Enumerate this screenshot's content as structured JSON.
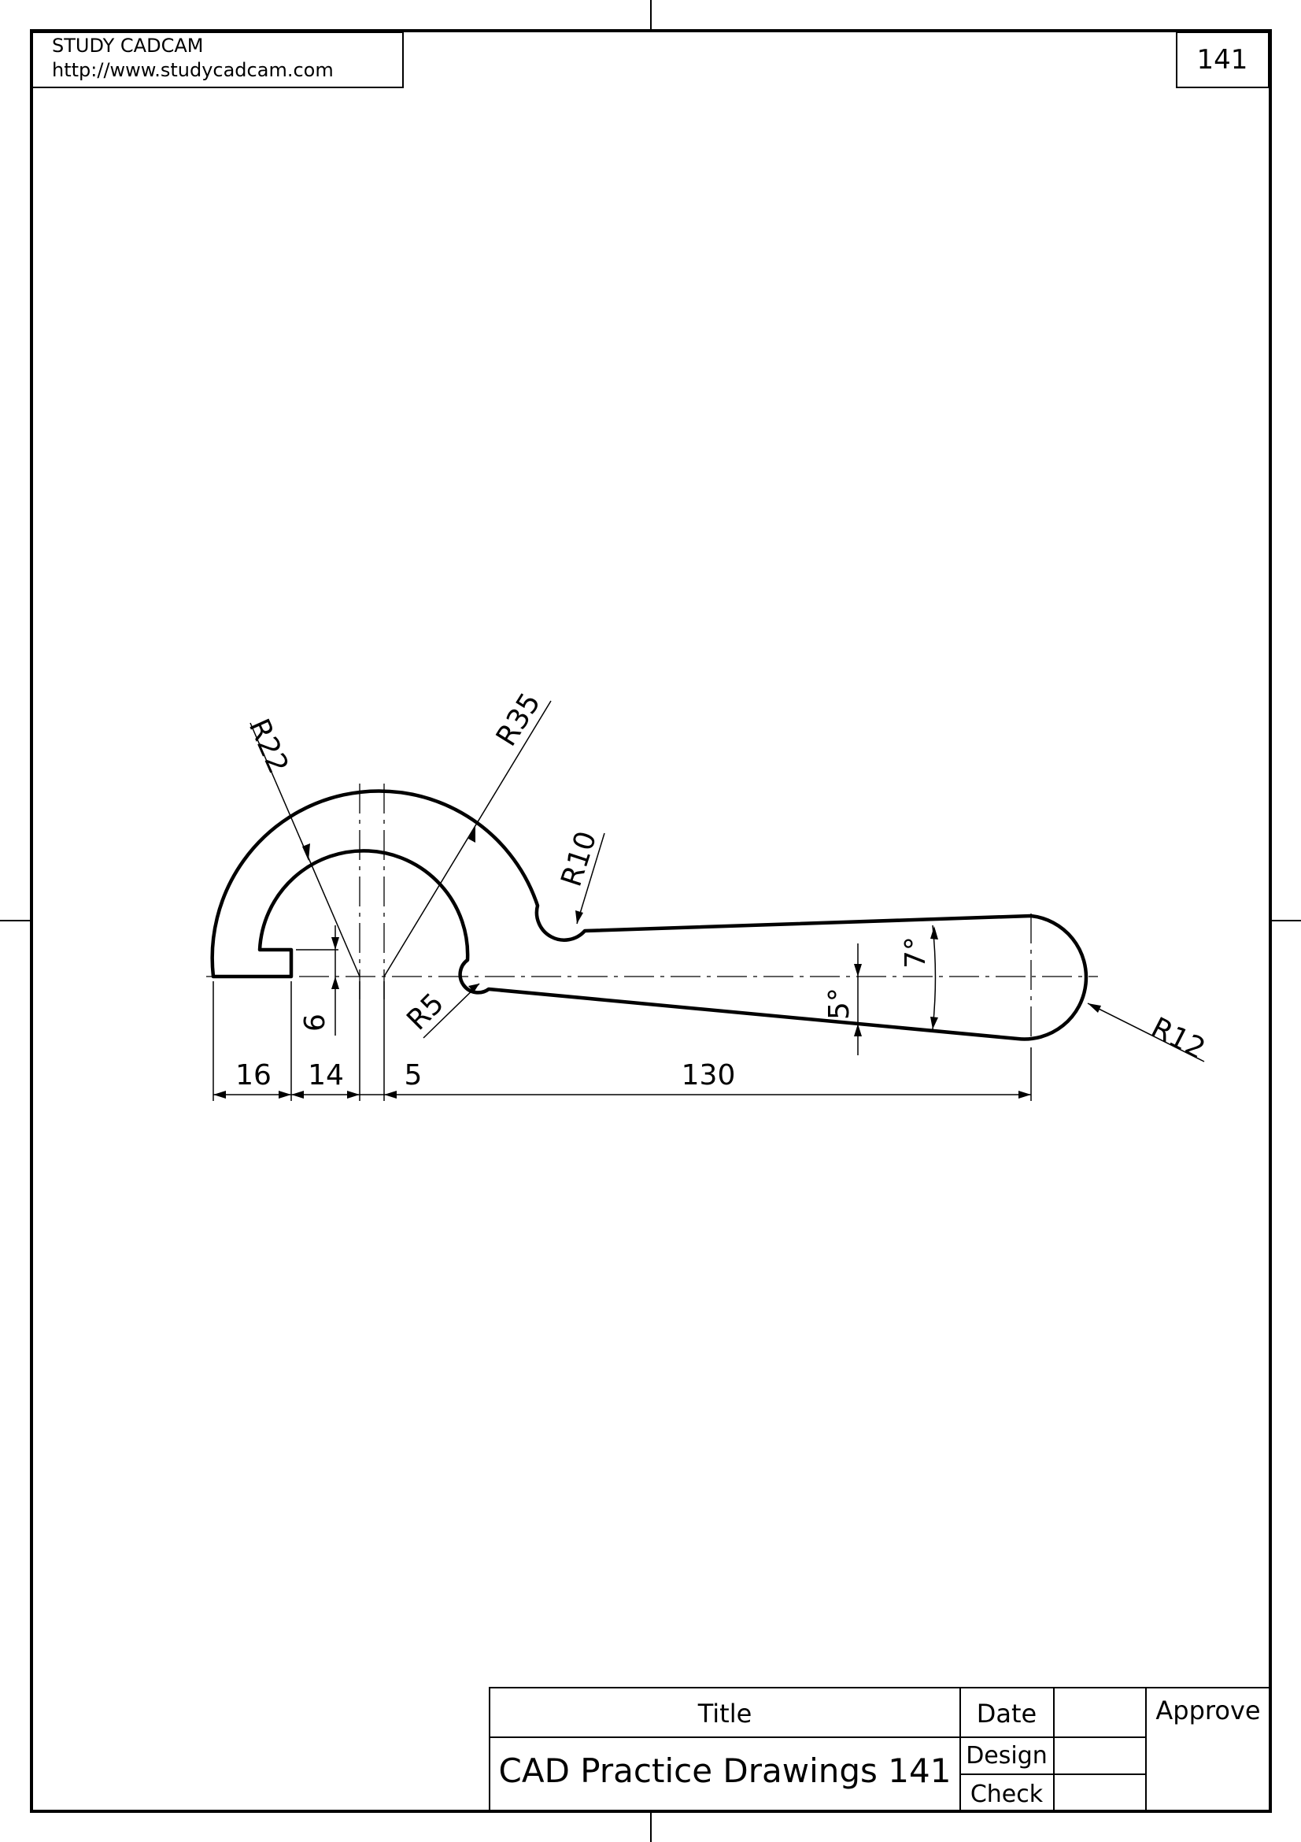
{
  "header": {
    "company": "STUDY CADCAM",
    "website": "http://www.studycadcam.com",
    "sheet_number": "141"
  },
  "drawing": {
    "dims": {
      "r22": "R22",
      "r35": "R35",
      "r10": "R10",
      "r5": "R5",
      "r12": "R12",
      "d6": "6",
      "d16": "16",
      "d14": "14",
      "d5": "5",
      "d130": "130",
      "ang7": "7°",
      "ang5": "5°"
    }
  },
  "title_block": {
    "title_label": "Title",
    "title_value": "CAD Practice Drawings 141",
    "date_label": "Date",
    "design_label": "Design",
    "check_label": "Check",
    "approve_label": "Approve"
  }
}
